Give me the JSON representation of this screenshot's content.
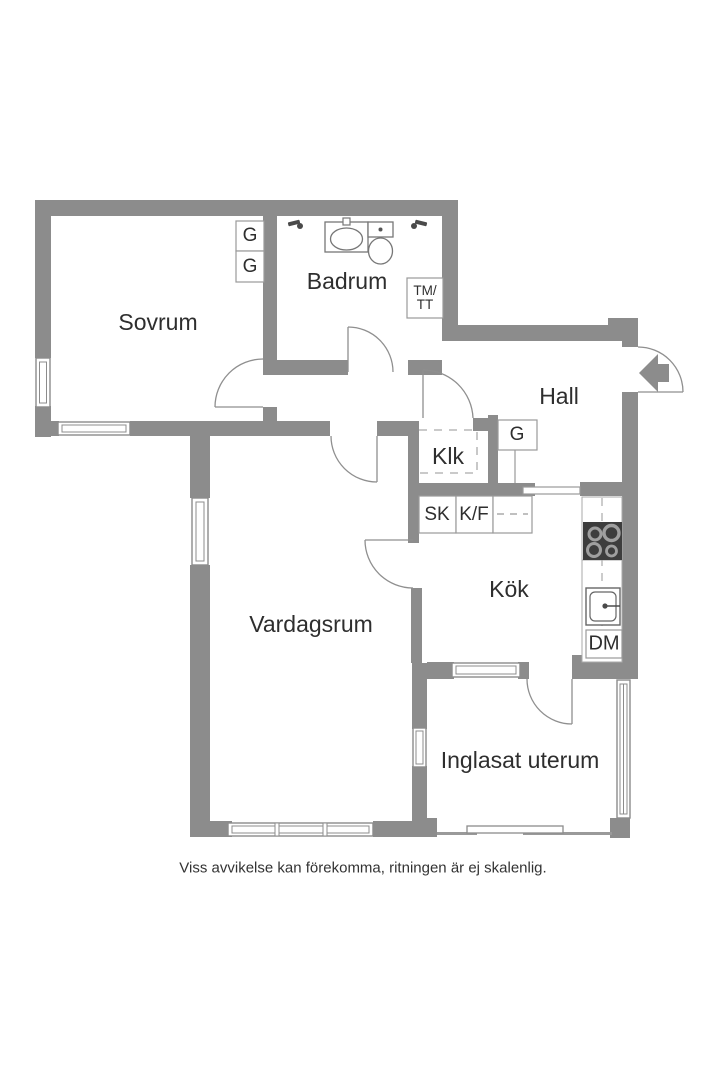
{
  "floorplan": {
    "rooms": [
      {
        "id": "sovrum",
        "label": "Sovrum"
      },
      {
        "id": "badrum",
        "label": "Badrum"
      },
      {
        "id": "hall",
        "label": "Hall"
      },
      {
        "id": "klk",
        "label": "Klk"
      },
      {
        "id": "kok",
        "label": "Kök"
      },
      {
        "id": "vardagsrum",
        "label": "Vardagsrum"
      },
      {
        "id": "inglasat-uterum",
        "label": "Inglasat uterum"
      }
    ],
    "fixtures": {
      "wardrobe_sovrum_1": "G",
      "wardrobe_sovrum_2": "G",
      "wardrobe_hall": "G",
      "washer_line1": "TM/",
      "washer_line2": "TT",
      "cleaning_cabinet": "SK",
      "fridge_freezer": "K/F",
      "dishwasher": "DM"
    },
    "disclaimer": "Viss avvikelse kan förekomma, ritningen är ej skalenlig.",
    "colors": {
      "wall": "#8c8c8c",
      "line": "#9a9a9a",
      "stove": "#3d3d3d",
      "text": "#2e2e2e"
    }
  }
}
